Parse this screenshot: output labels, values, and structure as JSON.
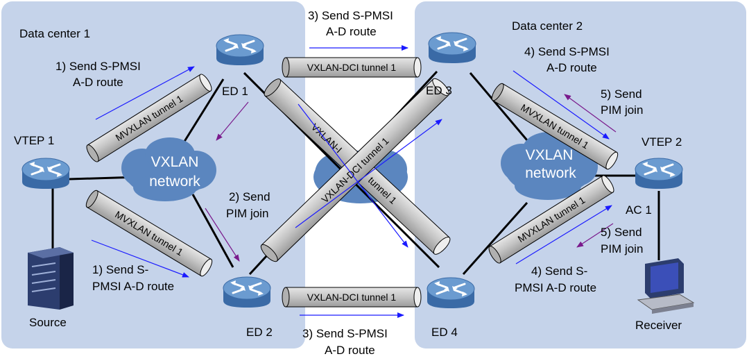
{
  "regions": {
    "dc1": "Data center 1",
    "dc2": "Data center 2"
  },
  "nodes": {
    "vtep1": "VTEP 1",
    "vtep2": "VTEP 2",
    "ed1": "ED 1",
    "ed2": "ED 2",
    "ed3": "ED 3",
    "ed4": "ED 4",
    "source": "Source",
    "receiver": "Receiver",
    "ac1": "AC 1"
  },
  "clouds": {
    "left_l1": "VXLAN",
    "left_l2": "network",
    "right_l1": "VXLAN",
    "right_l2": "network"
  },
  "tunnels": {
    "dci": "VXLAN-DCI tunnel 1",
    "mvxlan": "MVXLAN tunnel 1",
    "dci_partial": "VXLAN-I"
  },
  "steps": {
    "s1a_l1": "1) Send S-PMSI",
    "s1a_l2": "A-D route",
    "s1b_l1": "1) Send S-",
    "s1b_l2": "PMSI A-D route",
    "s2_l1": "2) Send",
    "s2_l2": "PIM join",
    "s3a_l1": "3) Send S-PMSI",
    "s3a_l2": "A-D route",
    "s3b_l1": "3) Send S-PMSI",
    "s3b_l2": "A-D route",
    "s4a_l1": "4) Send S-PMSI",
    "s4a_l2": "A-D route",
    "s4b_l1": "4) Send S-",
    "s4b_l2": "PMSI A-D route",
    "s5a_l1": "5) Send",
    "s5a_l2": "PIM join",
    "s5b_l1": "5) Send",
    "s5b_l2": "PIM join"
  },
  "colors": {
    "dc_fill": "#c5d3ea",
    "router_top": "#5f8fc4",
    "router_side": "#3a6aa6",
    "cloud": "#5b86bf",
    "tube": "#c7c7c7",
    "route_arrow": "#1a1aff",
    "join_arrow": "#7a1a8c"
  }
}
